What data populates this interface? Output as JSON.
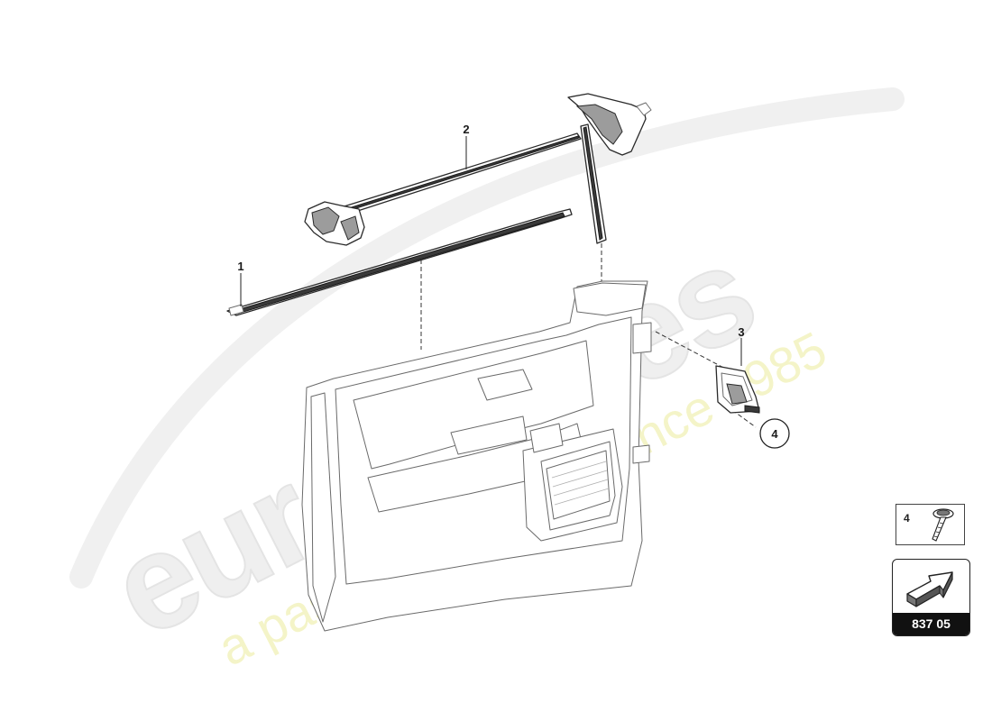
{
  "watermark": {
    "brand": "eurospares",
    "tagline": "a passion for parts since 1985"
  },
  "callouts": [
    {
      "id": "1",
      "label": "1"
    },
    {
      "id": "2",
      "label": "2"
    },
    {
      "id": "3",
      "label": "3"
    },
    {
      "id": "4",
      "label": "4"
    }
  ],
  "legend": {
    "part_number": "4",
    "icon": "screw-icon"
  },
  "nav": {
    "label": "837 05",
    "icon": "arrow-icon"
  }
}
